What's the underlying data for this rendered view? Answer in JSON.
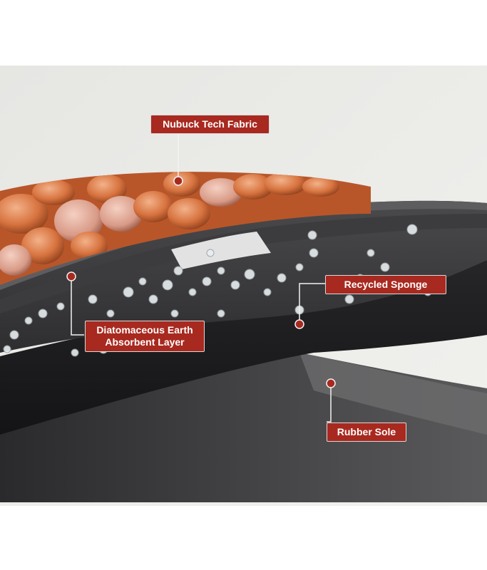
{
  "diagram": {
    "labels": {
      "nubuck": "Nubuck Tech Fabric",
      "sponge": "Recycled Sponge",
      "diatom_line1": "Diatomaceous Earth",
      "diatom_line2": "Absorbent Layer",
      "rubber": "Rubber Sole"
    },
    "colors": {
      "accent": "#a8291f",
      "background": "#ebebe8",
      "fabric_orange": "#d9733a",
      "foam_dark": "#3a3a3c",
      "sole_black": "#1c1c1e"
    }
  }
}
